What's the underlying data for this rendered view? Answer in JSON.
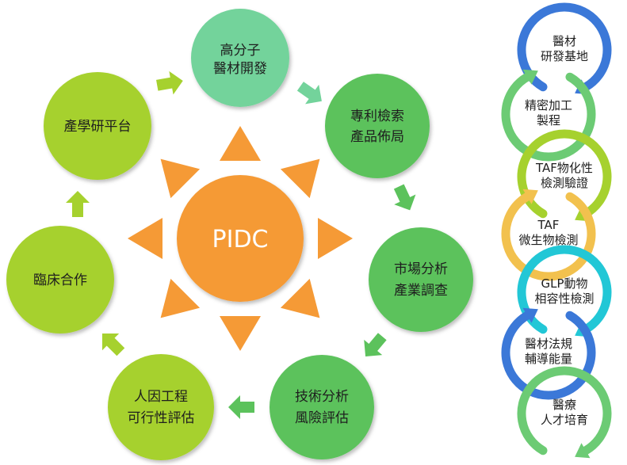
{
  "center": {
    "label": "PIDC",
    "color": "#F59A36"
  },
  "colors": {
    "node_light": "#A6D12E",
    "node_green": "#5CC25C",
    "node_mint": "#73D39B",
    "arrow_green": "#5CC25C",
    "arrow_light": "#A6D12E",
    "sun_ray": "#F59A36"
  },
  "nodes": [
    {
      "id": "polymer",
      "lines": [
        "高分子",
        "醫材開發"
      ],
      "color": "#73D39B"
    },
    {
      "id": "patent",
      "lines": [
        "專利檢索",
        "產品佈局"
      ],
      "color": "#5CC25C"
    },
    {
      "id": "market",
      "lines": [
        "市場分析",
        "產業調查"
      ],
      "color": "#5CC25C"
    },
    {
      "id": "tech",
      "lines": [
        "技術分析",
        "風險評估"
      ],
      "color": "#5CC25C"
    },
    {
      "id": "ergonomics",
      "lines": [
        "人因工程",
        "可行性評估"
      ],
      "color": "#A6D12E"
    },
    {
      "id": "clinical",
      "lines": [
        "臨床合作"
      ],
      "color": "#A6D12E"
    },
    {
      "id": "industry",
      "lines": [
        "產學研平台"
      ],
      "color": "#A6D12E"
    }
  ],
  "chain": [
    {
      "id": "base",
      "lines": [
        "醫材",
        "研發基地"
      ],
      "color": "#3B78D8"
    },
    {
      "id": "precision",
      "lines": [
        "精密加工",
        "製程"
      ],
      "color": "#6CCB74"
    },
    {
      "id": "taf_phys",
      "lines": [
        "TAF物化性",
        "檢測驗證"
      ],
      "color": "#A6D12E"
    },
    {
      "id": "taf_micro",
      "lines": [
        "TAF",
        "微生物檢測"
      ],
      "color": "#F2C14E"
    },
    {
      "id": "glp",
      "lines": [
        "GLP動物",
        "相容性檢測"
      ],
      "color": "#22C7D6"
    },
    {
      "id": "reg",
      "lines": [
        "醫材法規",
        "輔導能量"
      ],
      "color": "#3B78D8"
    },
    {
      "id": "talent",
      "lines": [
        "醫療",
        "人才培育"
      ],
      "color": "#6CCB74"
    }
  ]
}
